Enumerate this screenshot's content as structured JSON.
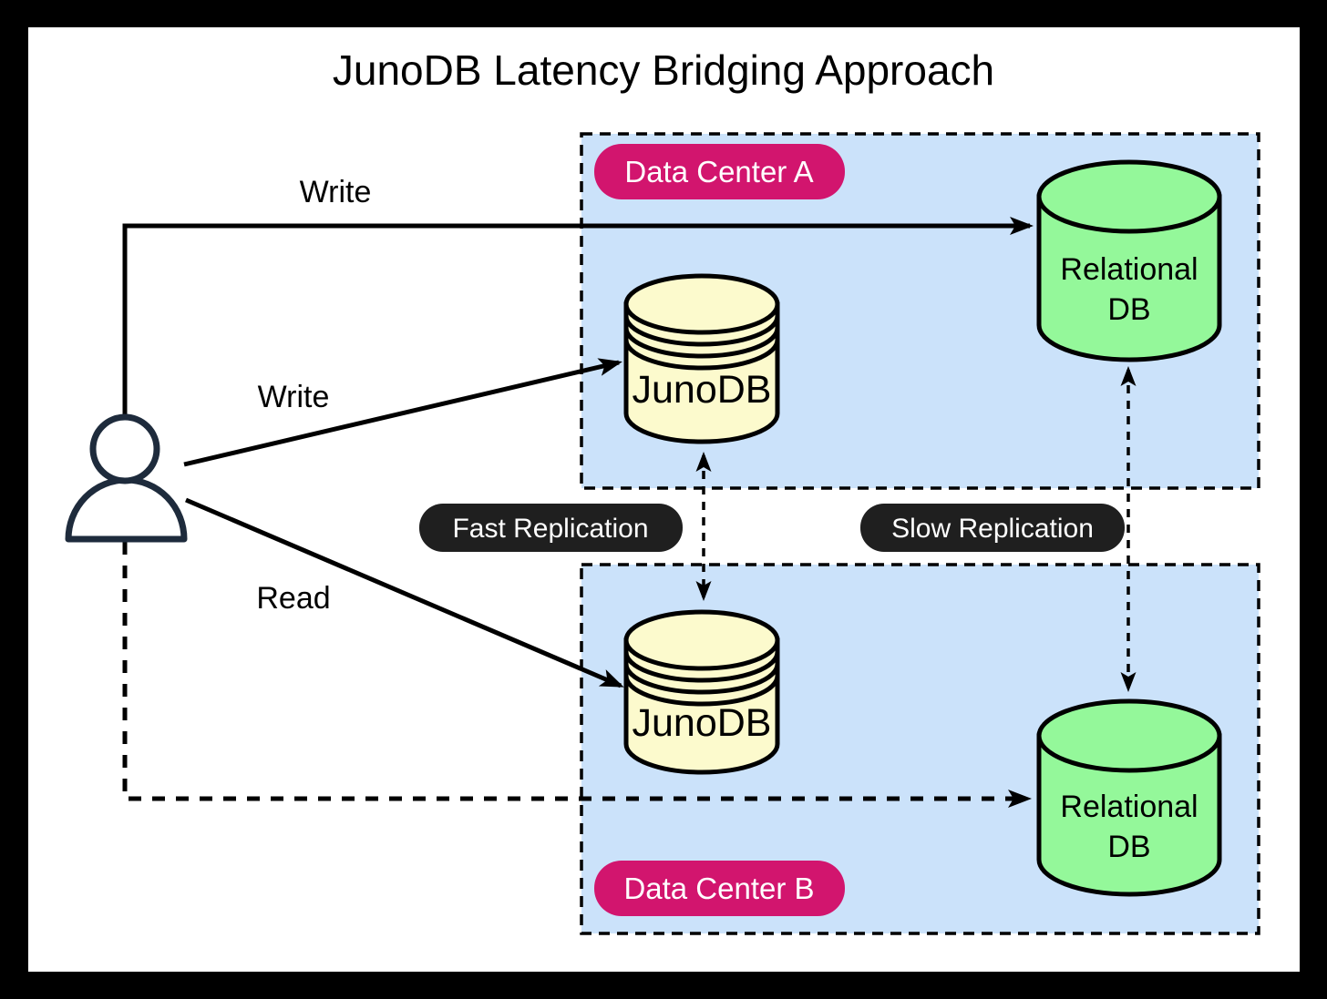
{
  "title": "JunoDB Latency Bridging Approach",
  "colors": {
    "frame": "#000000",
    "page": "#FFFFFF",
    "datacenter_fill": "#CBE2FA",
    "junodb_fill": "#FCFACD",
    "relational_fill": "#94F89A",
    "badge_pink": "#D2156E",
    "replication_badge": "#1F1F1F",
    "user_outline": "#1E2B3C"
  },
  "regions": {
    "datacenter_a": {
      "label": "Data Center A"
    },
    "datacenter_b": {
      "label": "Data Center B"
    }
  },
  "nodes": {
    "junodb_a": {
      "label": "JunoDB"
    },
    "junodb_b": {
      "label": "JunoDB"
    },
    "relational_db_a": {
      "label_line1": "Relational",
      "label_line2": "DB"
    },
    "relational_db_b": {
      "label_line1": "Relational",
      "label_line2": "DB"
    }
  },
  "edges": {
    "write_top": {
      "label": "Write"
    },
    "write_mid": {
      "label": "Write"
    },
    "read": {
      "label": "Read"
    },
    "fast_replication": {
      "label": "Fast Replication"
    },
    "slow_replication": {
      "label": "Slow Replication"
    }
  }
}
